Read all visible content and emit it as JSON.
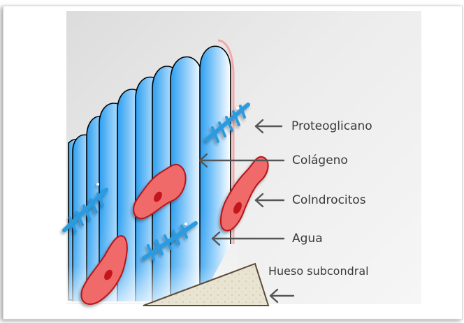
{
  "labels": {
    "proteoglicano": "Proteoglicano",
    "colageno": "Colágeno",
    "condrocitos": "Colndrocitos",
    "agua": "Agua",
    "hueso": "Hueso subcondral"
  },
  "colors": {
    "collagen_blue": "#3aa7e8",
    "cell_red": "#f06b6b",
    "nucleus_red": "#c2121a",
    "proteoglycan_blue": "#2a9be0",
    "bone": "#e9e4d2",
    "arrow": "#555555"
  }
}
